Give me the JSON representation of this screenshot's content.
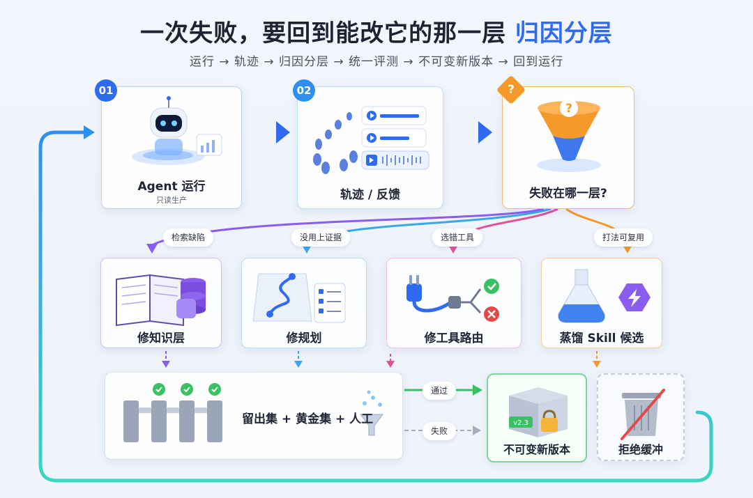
{
  "title": {
    "main": "一次失败，要回到能改它的那一层",
    "highlight": "归因分层"
  },
  "subtitle": "运行 → 轨迹 → 归因分层 → 统一评测 → 不可变新版本 → 回到运行",
  "steps": [
    {
      "badge": "01",
      "label": "Agent 运行",
      "sub": "只读生产"
    },
    {
      "badge": "02",
      "label": "轨迹 / 反馈"
    },
    {
      "badge": "?",
      "label": "失败在哪一层?"
    }
  ],
  "branches": [
    {
      "tag": "检索缺陷",
      "label": "修知识层"
    },
    {
      "tag": "没用上证据",
      "label": "修规划"
    },
    {
      "tag": "选错工具",
      "label": "修工具路由"
    },
    {
      "tag": "打法可复用",
      "label": "蒸馏 Skill 候选"
    }
  ],
  "eval": {
    "label": "留出集 + 黄金集 + 人工"
  },
  "outcomes": {
    "pass_label": "通过",
    "fail_label": "失败",
    "pass_target": "不可变新版本",
    "version_tag": "v2.3",
    "fail_target": "拒绝缓冲"
  },
  "colors": {
    "accent": "#2f6bf0",
    "orange": "#f39a2b",
    "green": "#3bbf63",
    "purple": "#8a5cf0",
    "pink": "#e0509a"
  }
}
